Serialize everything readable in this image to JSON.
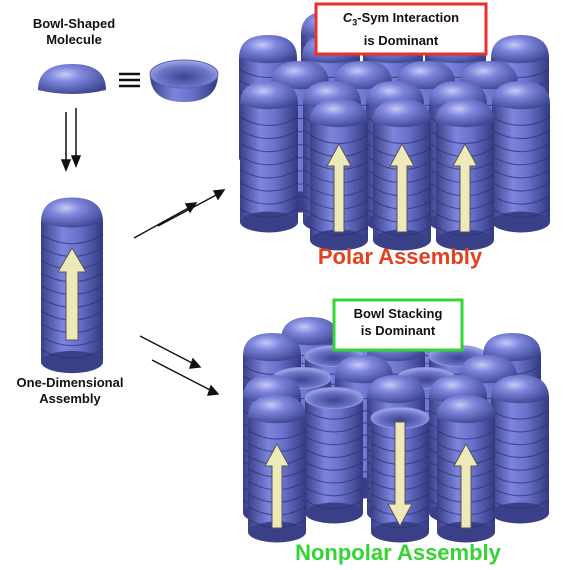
{
  "labels": {
    "bowl_molecule_line1": "Bowl-Shaped",
    "bowl_molecule_line2": "Molecule",
    "one_dim_line1": "One-Dimensional",
    "one_dim_line2": "Assembly",
    "c3_prefix": "C",
    "c3_sub": "3",
    "c3_rest": "-Sym Interaction",
    "c3_line2": "is Dominant",
    "bowl_stack_line1": "Bowl Stacking",
    "bowl_stack_line2": "is Dominant",
    "polar": "Polar Assembly",
    "nonpolar": "Nonpolar Assembly"
  },
  "colors": {
    "bowl": "#6a72cc",
    "bowl_dark": "#3e458f",
    "arrow_fill": "#eee9b8",
    "polar_red": "#e2401f",
    "nonpolar_green": "#33d433",
    "box_red": "#e8322a",
    "box_green": "#33d433"
  }
}
